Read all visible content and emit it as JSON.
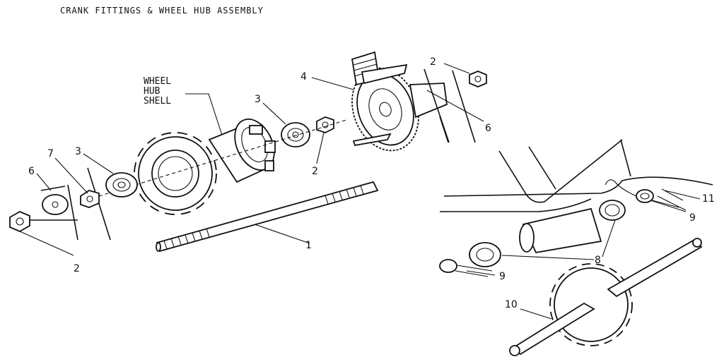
{
  "title": "CRANK FITTINGS & WHEEL HUB ASSEMBLY",
  "hub_label": [
    "WHEEL",
    "HUB",
    "SHELL"
  ],
  "callouts": {
    "c1": "1",
    "c2_top": "2",
    "c2_mid": "2",
    "c2_left": "2",
    "c3_mid": "3",
    "c3_left": "3",
    "c4": "4",
    "c6_top": "6",
    "c6_left": "6",
    "c7": "7",
    "c8": "8",
    "c9_top": "9",
    "c9_bottom": "9",
    "c10": "10",
    "c11": "11"
  }
}
